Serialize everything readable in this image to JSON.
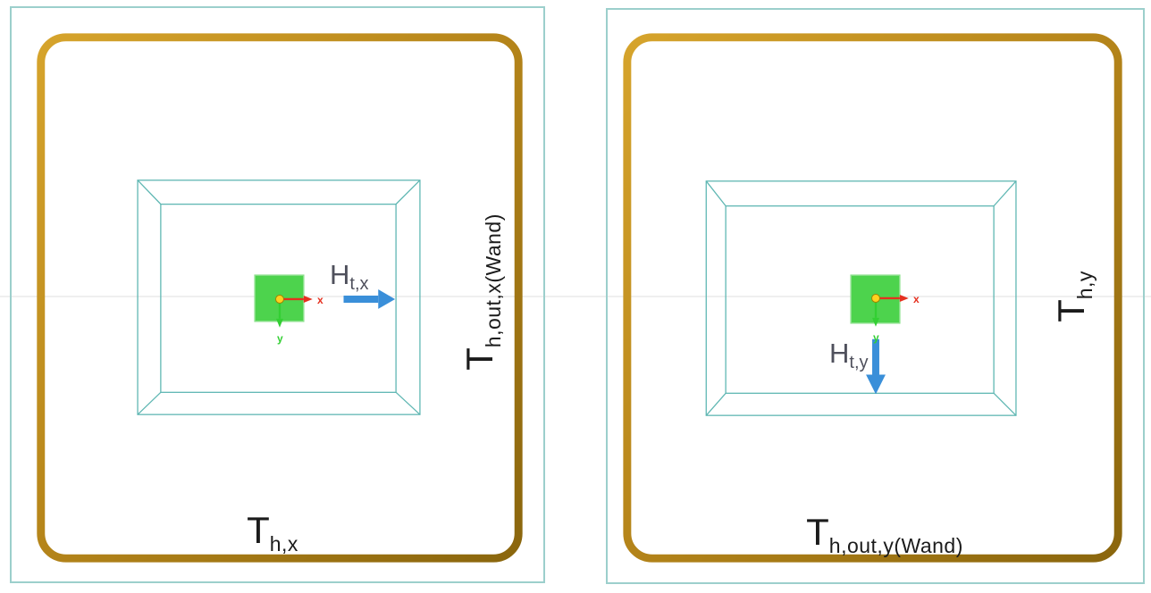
{
  "colors": {
    "panel_border": "#9ccfcc",
    "wireframe": "#5fb7b3",
    "coil_light": "#d6a42c",
    "coil_mid": "#b8871b",
    "coil_dark": "#8a660d",
    "square_green": "#4dd34d",
    "origin_yellow": "#ffd21e",
    "axis_x_red": "#e5301f",
    "axis_y_green": "#33cf33",
    "field_arrow_blue": "#3a8fd9",
    "field_label_gray": "#4f505c",
    "text_black": "#1b1b1b",
    "gridline_gray": "#efefef"
  },
  "left_panel": {
    "field_label": {
      "main": "H",
      "sub": "t,x"
    },
    "bottom_label": {
      "main": "T",
      "sub": "h,x"
    },
    "side_label": {
      "main": "T",
      "sub": "h,out,x(Wand)"
    },
    "axes": {
      "x": "x",
      "y": "y"
    }
  },
  "right_panel": {
    "field_label": {
      "main": "H",
      "sub": "t,y"
    },
    "bottom_label": {
      "main": "T",
      "sub": "h,out,y(Wand)"
    },
    "side_label": {
      "main": "T",
      "sub": "h,y"
    },
    "axes": {
      "x": "x",
      "y": "y"
    }
  }
}
